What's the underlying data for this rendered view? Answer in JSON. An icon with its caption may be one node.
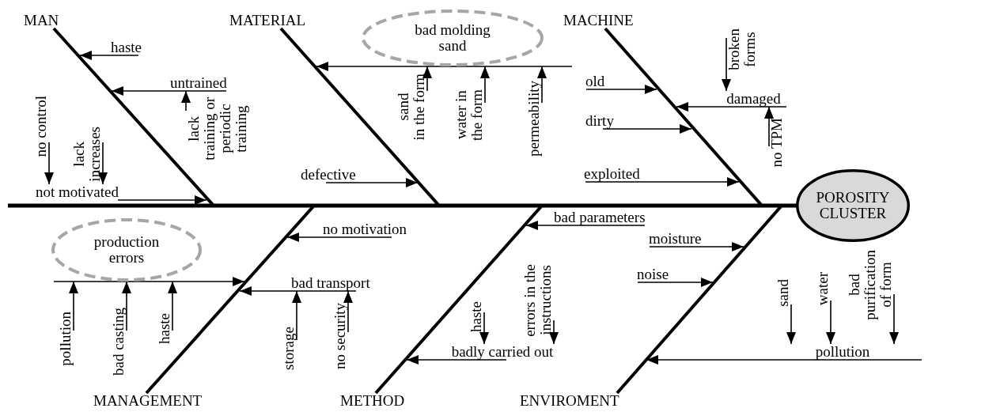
{
  "diagram": {
    "nodes": [
      {
        "text": [
          "MAN"
        ]
      },
      {
        "text": [
          "haste"
        ]
      },
      {
        "text": [
          "untrained"
        ]
      },
      {
        "text": [
          "lack training or periodic training"
        ]
      },
      {
        "text": [
          "no control"
        ]
      },
      {
        "text": [
          "lack increases"
        ]
      },
      {
        "text": [
          "not motivated"
        ]
      },
      {
        "text": [
          "MATERIAL"
        ]
      },
      {
        "text": [
          "bad molding sand"
        ]
      },
      {
        "text": [
          "sand in the form"
        ]
      },
      {
        "text": [
          "water in the form"
        ]
      },
      {
        "text": [
          "permeability"
        ]
      },
      {
        "text": [
          "defective"
        ]
      },
      {
        "text": [
          "MACHINE"
        ]
      },
      {
        "text": [
          "old"
        ]
      },
      {
        "text": [
          "dirty"
        ]
      },
      {
        "text": [
          "exploited"
        ]
      },
      {
        "text": [
          "broken forms"
        ]
      },
      {
        "text": [
          "damaged"
        ]
      },
      {
        "text": [
          "no TPM"
        ]
      },
      {
        "text": [
          "POROSITY CLUSTER"
        ]
      },
      {
        "text": [
          "production errors"
        ]
      },
      {
        "text": [
          "pollution"
        ]
      },
      {
        "text": [
          "bad casting"
        ]
      },
      {
        "text": [
          "haste"
        ]
      },
      {
        "text": [
          "no motivation"
        ]
      },
      {
        "text": [
          "bad transport"
        ]
      },
      {
        "text": [
          "storage"
        ]
      },
      {
        "text": [
          "no security"
        ]
      },
      {
        "text": [
          "MANAGEMENT"
        ]
      },
      {
        "text": [
          "bad parameters"
        ]
      },
      {
        "text": [
          "haste"
        ]
      },
      {
        "text": [
          "errors in the instructions"
        ]
      },
      {
        "text": [
          "badly carried out"
        ]
      },
      {
        "text": [
          "METHOD"
        ]
      },
      {
        "text": [
          "moisture"
        ]
      },
      {
        "text": [
          "noise"
        ]
      },
      {
        "text": [
          "sand"
        ]
      },
      {
        "text": [
          "water"
        ]
      },
      {
        "text": [
          "bad purification of form"
        ]
      },
      {
        "text": [
          "pollution"
        ]
      },
      {
        "text": [
          "ENVIROMENT"
        ]
      }
    ],
    "edges": [
      {
        "from": 0,
        "to": 20,
        "arrow": "none",
        "style": "thick"
      },
      {
        "from": 1,
        "to": null,
        "arrow": "to"
      },
      {
        "from": 2,
        "to": null,
        "arrow": "to"
      },
      {
        "from": 3,
        "to": 2,
        "arrow": "to"
      },
      {
        "from": 4,
        "to": 6,
        "arrow": "to"
      },
      {
        "from": 5,
        "to": 6,
        "arrow": "to"
      },
      {
        "from": 6,
        "to": null,
        "arrow": "to"
      },
      {
        "from": 7,
        "to": 20,
        "arrow": "none",
        "style": "thick"
      },
      {
        "from": 8,
        "to": null,
        "arrow": "to"
      },
      {
        "from": 9,
        "to": 8,
        "arrow": "to"
      },
      {
        "from": 10,
        "to": 8,
        "arrow": "to"
      },
      {
        "from": 11,
        "to": 8,
        "arrow": "to"
      },
      {
        "from": 12,
        "to": null,
        "arrow": "to"
      },
      {
        "from": 13,
        "to": 20,
        "arrow": "none",
        "style": "thick"
      },
      {
        "from": 14,
        "to": null,
        "arrow": "to"
      },
      {
        "from": 15,
        "to": null,
        "arrow": "to"
      },
      {
        "from": 16,
        "to": null,
        "arrow": "to"
      },
      {
        "from": 17,
        "to": 18,
        "arrow": "to"
      },
      {
        "from": 18,
        "to": null,
        "arrow": "to"
      },
      {
        "from": 19,
        "to": 18,
        "arrow": "to"
      },
      {
        "from": 21,
        "to": null,
        "arrow": "to"
      },
      {
        "from": 22,
        "to": 21,
        "arrow": "to"
      },
      {
        "from": 23,
        "to": 21,
        "arrow": "to"
      },
      {
        "from": 24,
        "to": 21,
        "arrow": "to"
      },
      {
        "from": 25,
        "to": null,
        "arrow": "to"
      },
      {
        "from": 26,
        "to": null,
        "arrow": "to"
      },
      {
        "from": 27,
        "to": 26,
        "arrow": "to"
      },
      {
        "from": 28,
        "to": 26,
        "arrow": "to"
      },
      {
        "from": 29,
        "to": 20,
        "arrow": "none",
        "style": "thick"
      },
      {
        "from": 30,
        "to": null,
        "arrow": "to"
      },
      {
        "from": 31,
        "to": 33,
        "arrow": "to"
      },
      {
        "from": 32,
        "to": 33,
        "arrow": "to"
      },
      {
        "from": 33,
        "to": null,
        "arrow": "to"
      },
      {
        "from": 34,
        "to": 20,
        "arrow": "none",
        "style": "thick"
      },
      {
        "from": 35,
        "to": null,
        "arrow": "to"
      },
      {
        "from": 36,
        "to": null,
        "arrow": "to"
      },
      {
        "from": 37,
        "to": 40,
        "arrow": "to"
      },
      {
        "from": 38,
        "to": 40,
        "arrow": "to"
      },
      {
        "from": 39,
        "to": 40,
        "arrow": "to"
      },
      {
        "from": 40,
        "to": null,
        "arrow": "to"
      },
      {
        "from": 41,
        "to": 20,
        "arrow": "none",
        "style": "thick"
      }
    ]
  }
}
